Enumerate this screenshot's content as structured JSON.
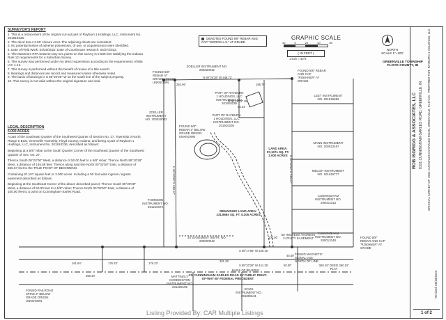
{
  "report": {
    "header": "SURVEYOR'S REPORT",
    "lines": [
      "1. This is a retracement of the original cut-out part of Raybum 1 Holdings, LLC, Instrument No. 201910236.",
      "2. The deed has a 2.00' closure error. The adjoining deeds are consistent.",
      "3. No potential losses of adverse possession, of use, or acquiescence were identified.",
      "4. Date of Field Work: 04/28/2022; Date of Courthouse research: 04/27/2022.",
      "5. The Maximum RPA between any two points on this survey is 0.038 feet satisfying the Indiana Rule 12 requirements for a Suburban Survey.",
      "6. This survey was performed under my direct supervision according to the requirements of 865 IAC 1-12.",
      "7. This survey is performed without the benefit of review of a title search.",
      "8. Bearings and distances are record and measured unless otherwise noted.",
      "9. The basis of bearings is S 89°20'28\" W on the south line of the subject property.",
      "10. This survey is not valid without the original signature and seal."
    ]
  },
  "legal": {
    "header": "LEGAL DESCRIPTION",
    "subheader": "5.000 ACRES",
    "paras": [
      "A part of the Southeast Quarter of the Southwest Quarter of Section No. 27, Township 3 North, Range 5 East, Greenville Township, Floyd County, Indiana, and being a part of Raybum 1 Holdings, LLC, Instrument No. 201910236, described as follows:",
      "Beginning at a 5/8\" rebar at the South Quarter Corner of the Southeast Quarter of the Southwest Quarter of Sec. No. 27;",
      "Thence South 00°02'00\" West, a distance of 50.00 feet to a 5/8\" rebar; Thence North 89°20'28\" West, a distance of 145.59 feet; Thence along said line North 00°02'50\" East, a distance of 555.57 feet to the TRUE POINT OF BEGINNING.",
      "Containing 87,107 square feet or 2.000 acres. Including a 50 foot wide ingress / egress easement described as follows:",
      "Beginning at the Southeast Corner of the above described parcel; Thence South 89°20'28\" West, a distance of 50.00 feet to a 5/8\" rebar; Thence North 00°02'50\" East, a distance of 100.00 feet to a point on Cunningham-Sarles Road."
    ]
  },
  "legend": {
    "text": "DENOTES FOUND 5/8\" REBAR AND CAP \"ISGROG L.S.\" AT GRADE"
  },
  "scale": {
    "title": "GRAPHIC SCALE",
    "ticks": [
      "40",
      "0",
      "20",
      "40",
      "80"
    ],
    "unit": "( IN FEET )",
    "ratio": "1 inch = 40 ft."
  },
  "north": {
    "label": "NORTH",
    "scale": "SCALE 1\"=100'",
    "township": "GREENVILLE TOWNSHIP",
    "county": "FLOYD COUNTY, IN"
  },
  "plat": {
    "zoeller_top": "ZOELLER INSTRUMENT NO. 200020042",
    "zoeller_left": "ZOELLER INSTRUMENT NO. 200020042",
    "parcel": "PART OF RAYBURN 1 HOLDINGS, LLC INSTRUMENT NO. 201910236",
    "parcel2": "PART OF RAYBURN 1 HOLDINGS, LLC INSTRUMENT NO. 201910236",
    "land_area": "LAND AREA: 87,107± SQ. FT. 2.000 ACRES",
    "remaining": "REMAINING LAND AREA: 231,868± SQ. FT. 5.305 ACRES",
    "thomson": "THOMSON INSTRUMENT NO. 201210374",
    "leet": "LEET INSTRUMENT NO. 201516682",
    "mann": "MANN INSTRUMENT NO. 200012467",
    "melish": "MELISH INSTRUMENT NO. 201915777",
    "cunningham1": "CUNNINGHAM INSTRUMENT NO. 200014313",
    "cunningham2": "CUNNINGHAM INSTRUMENT NO. 200013148",
    "mattingly": "MATTINGLY COODINGTON INSTRUMENT NO. 201202199",
    "davis": "DAVIS INSTRUMENT NO. 201808131",
    "easement20": "20' EASEMENT INSTR. NO. 200020042",
    "easement50": "50' INGRESS / EGRESS / UTILITY EASEMENT",
    "road": "C/L CUNNINGHAM-SARLES ROAD 35' PUBLIC RIGHT-OF-WAY BY FEDERAL PRECEDENT",
    "basis": "BASIS OF BEARING",
    "dims": {
      "d1": "N 89°20'28\" W 446.72'",
      "d2": "252.96'",
      "d3": "195.76'",
      "d4": "N 00°29'31\" W",
      "d5": "83.24'",
      "d6": "S 89°17'05\" W 335.16'",
      "d7": "S 89°20'28\" W 441.26'",
      "d8": "161.84'",
      "d9": "176.33'",
      "d10": "176.33'",
      "d11": "356.40'",
      "d12": "301.25'",
      "d13": "100.00'",
      "d14": "N 00°02'50\" E 615.57'",
      "d15": "N 00°02'50\" E 555.57'",
      "d16": "45.59'",
      "d17": "50.00'",
      "d18": "360.02' DEED 360.02' PLAT"
    },
    "rebar_notes": {
      "r1": "FOUND 5/8\" REBAR AT GRADE ORIGIN UNKNOWN",
      "r2": "FOUND 5/8\" REBAR 2\" BELOW GRADE ORIGIN UNKNOWN",
      "r3": "FOUND MAGNETIC SIGNAL 0.04' NORTH OF LINE",
      "r4": "FOUND 5/8\" REBAR AND CAP \"ROEHNER\" AT GRADE",
      "r5": "FOUND 5/8\" REBAR AND CAP \"ROEHNER\" AT GRADE",
      "r6": "FOUND RAILROAD SPIKE 3\" BELOW GRADE ORIGIN UNKNOWN"
    }
  },
  "titleblock": {
    "firm": "ROB ISGRIGG & ASSOCIATES, LLC",
    "address": "8101 CUNNINGHAM-SARLES ROAD, GREENVILLE, IN",
    "job": "ORIGINAL SURVEY OF: 8101 CUNNINGHAM-SARLES ROAD, GREENVILLE, IN 47124 · PREPARED FOR: RAYBURN 1 HOLDINGS, LLC",
    "date": "Revised: 05/18/2022",
    "sheet": "1 of 2"
  },
  "footer": {
    "text": "Listing Provided By: CAR Multiple Listings"
  }
}
